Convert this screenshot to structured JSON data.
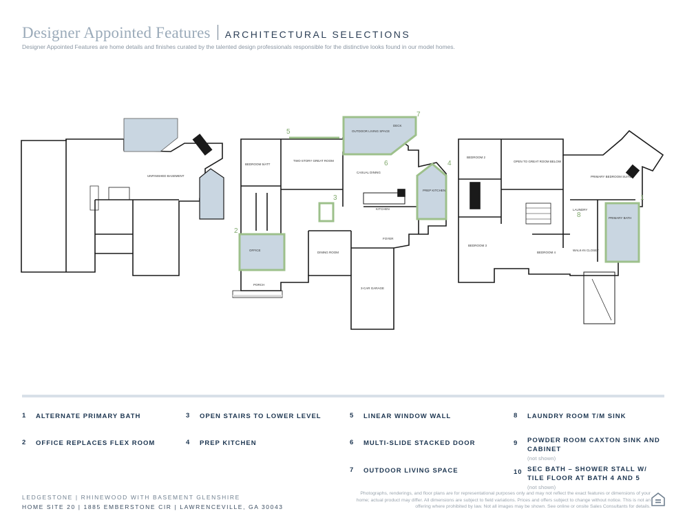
{
  "header": {
    "title": "Designer Appointed Features",
    "subtitle": "ARCHITECTURAL SELECTIONS",
    "description": "Designer Appointed Features are home details and finishes curated by the talented design professionals responsible for the distinctive looks found in our model homes."
  },
  "plan_labels": {
    "outdoor_living": "OUTDOOR LIVING SPACE",
    "deck": "DECK",
    "two_story_great_room": "TWO-STORY GREAT ROOM",
    "casual_dining": "CASUAL DINING",
    "kitchen": "KITCHEN",
    "prep_kitchen": "PREP KITCHEN",
    "office": "OFFICE",
    "dining_room": "DINING ROOM",
    "garage": "3-CAR GARAGE",
    "porch": "PORCH",
    "bedroom_5": "BEDROOM 5/ATT",
    "unfinished_basement": "UNFINISHED BASEMENT",
    "open_to_great_room": "OPEN TO GREAT ROOM BELOW",
    "primary_suite": "PRIMARY BEDROOM SUITE",
    "primary_bath": "PRIMARY BATH",
    "bedroom_2": "BEDROOM 2",
    "bedroom_3": "BEDROOM 3",
    "bedroom_4": "BEDROOM 4",
    "laundry": "LAUNDRY",
    "walk_in_closet": "WALK-IN CLOSET",
    "foyer": "FOYER",
    "marker_1": "1",
    "marker_2": "2",
    "marker_3": "3",
    "marker_4": "4",
    "marker_5": "5",
    "marker_6": "6",
    "marker_7": "7",
    "marker_8": "8"
  },
  "features": [
    {
      "num": "1",
      "label": "ALTERNATE PRIMARY BATH",
      "note": ""
    },
    {
      "num": "2",
      "label": "OFFICE REPLACES FLEX ROOM",
      "note": ""
    },
    {
      "num": "3",
      "label": "OPEN STAIRS TO LOWER LEVEL",
      "note": ""
    },
    {
      "num": "4",
      "label": "PREP KITCHEN",
      "note": ""
    },
    {
      "num": "5",
      "label": "LINEAR WINDOW WALL",
      "note": ""
    },
    {
      "num": "6",
      "label": "MULTI-SLIDE STACKED DOOR",
      "note": ""
    },
    {
      "num": "7",
      "label": "OUTDOOR LIVING SPACE",
      "note": ""
    },
    {
      "num": "8",
      "label": "LAUNDRY ROOM T/M SINK",
      "note": ""
    },
    {
      "num": "9",
      "label": "POWDER ROOM CAXTON SINK AND CABINET",
      "note": "(not shown)"
    },
    {
      "num": "10",
      "label": "SEC BATH – SHOWER STALL W/ TILE FLOOR AT BATH 4 AND 5",
      "note": "(not shown)"
    }
  ],
  "footer": {
    "line1": "LEDGESTONE  |  RHINEWOOD WITH BASEMENT GLENSHIRE",
    "line2": "HOME SITE 20  |  1885 EMBERSTONE CIR  |  LAWRENCEVILLE, GA 30043",
    "disclaimer": "Photographs, renderings, and floor plans are for representational purposes only and may not reflect the exact features or dimensions of your home; actual product may differ. All dimensions are subject to field variations. Prices and offers subject to change without notice. This is not an offering where prohibited by law. Not all images may be shown. See online or onsite Sales Consultants for details."
  },
  "colors": {
    "highlight": "#9dc08b",
    "highlight_fill": "#c9d6e1",
    "wall": "#1a1a1a",
    "title": "#9aaab9",
    "text": "#1c3550"
  },
  "icons": {
    "equal_housing": "equal-housing-icon"
  }
}
